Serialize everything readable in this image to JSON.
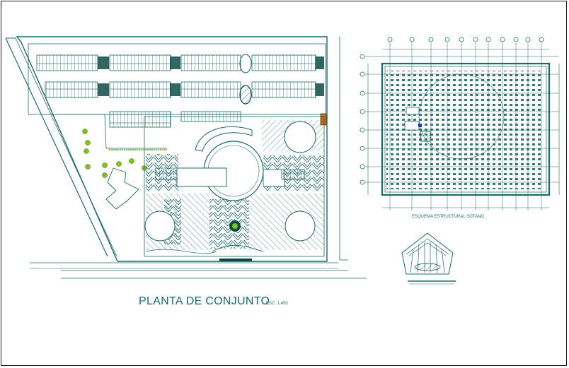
{
  "drawing": {
    "title": "PLANTA DE CONJUNTO",
    "scale": "ESC. 1.450",
    "basement_label": "ESQUEMA ESTRUCTURAL SOTANO"
  },
  "colors": {
    "line": "#1c6b66",
    "dark": "#0f4a46",
    "tree": "#7ec21b",
    "accent_orange": "#c86a14",
    "accent_blue": "#1a2bd6",
    "frame": "#1a1a1a"
  }
}
